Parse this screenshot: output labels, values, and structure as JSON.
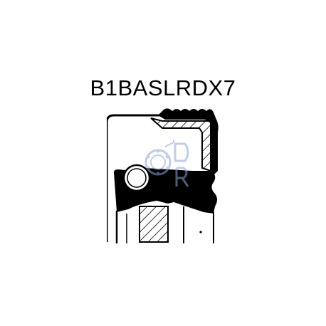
{
  "part": {
    "code": "B1BASLRDX7"
  },
  "colors": {
    "ink": "#000000",
    "paper": "#ffffff",
    "watermark": "#8ea6d6"
  },
  "watermark": {
    "icon": "bearing-logo-icon",
    "letters": "DR"
  },
  "drawing": {
    "name": "oil-seal-cross-section",
    "features": [
      "metal-case-hatched",
      "rubber-lip-solid",
      "garter-spring",
      "serrated-outer-seal"
    ]
  }
}
